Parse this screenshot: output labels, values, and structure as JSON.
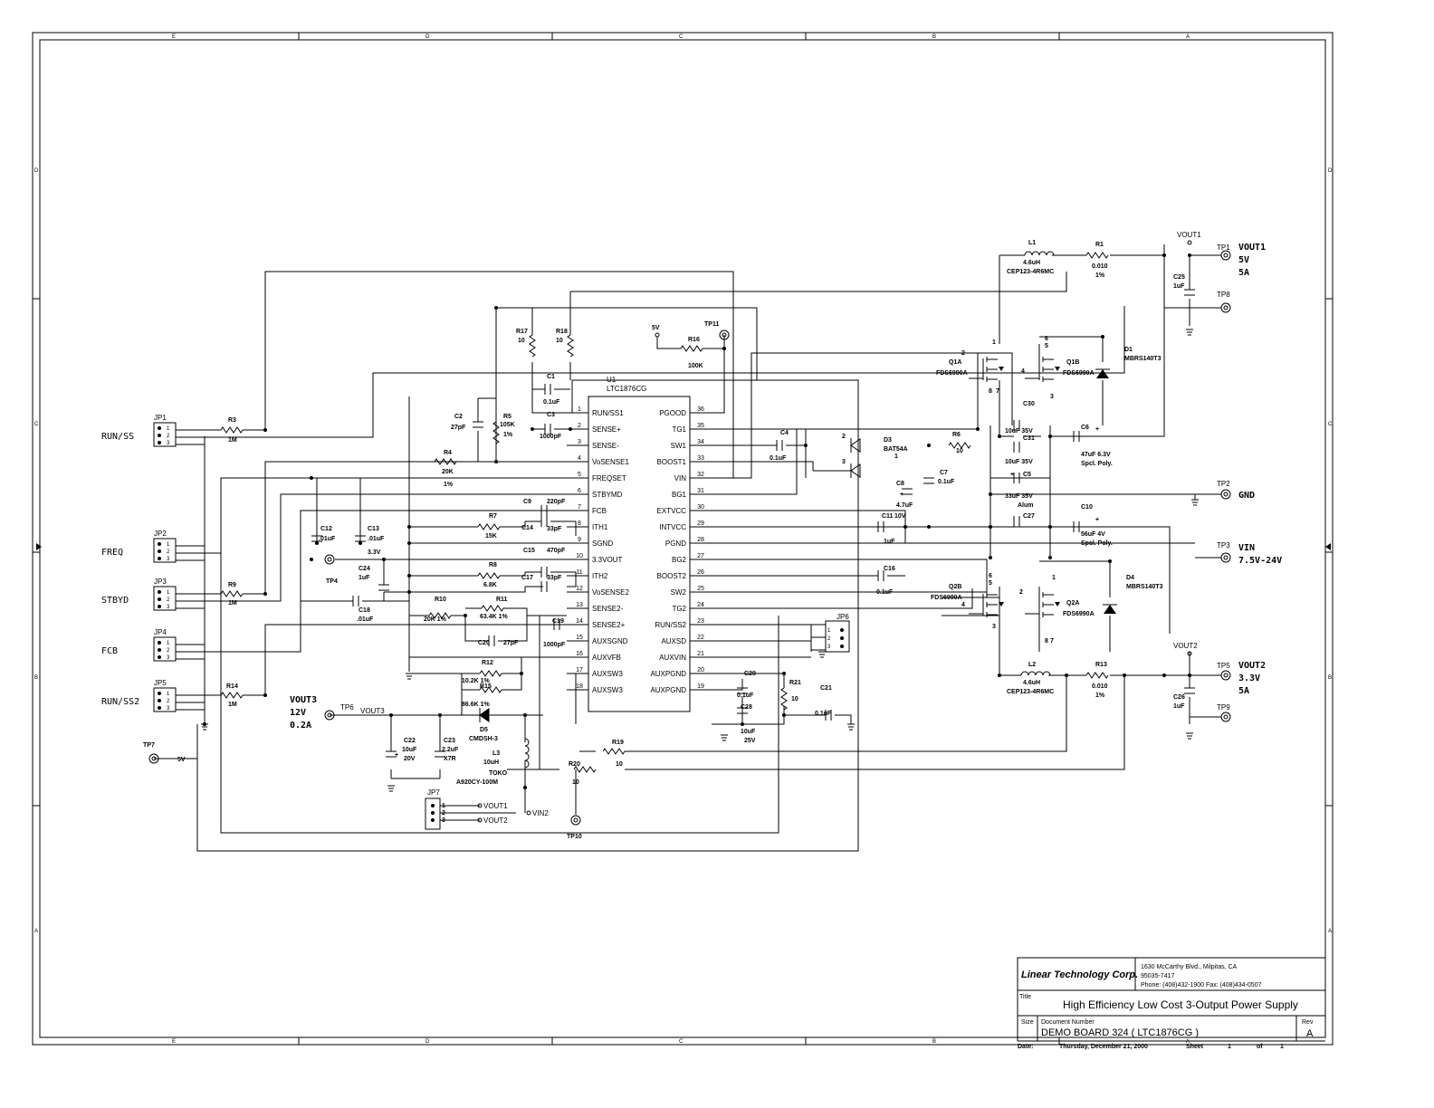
{
  "border": {
    "cols": [
      "E",
      "D",
      "C",
      "B",
      "A"
    ],
    "rows": [
      "D",
      "C",
      "B",
      "A"
    ]
  },
  "title_block": {
    "company": "Linear Technology Corp.",
    "address1": "1630 McCarthy Blvd., Milpitas, CA",
    "address2": "95035-7417",
    "phone": "Phone: (408)432-1900 Fax: (408)434-0507",
    "title_label": "Title",
    "title": "High Efficiency Low Cost  3-Output Power Supply",
    "size_label": "Size",
    "docnum_label": "Document Number",
    "docnum": "DEMO BOARD 324 ( LTC1876CG )",
    "rev_label": "Rev",
    "rev": "A",
    "date_label": "Date:",
    "date": "Thursday, December 21, 2000",
    "sheet_label": "Sheet",
    "sheet": "1",
    "of_label": "of",
    "of": "1"
  },
  "ic": {
    "ref": "U1",
    "part": "LTC1876CG",
    "left_pins": [
      {
        "num": "1",
        "name": "RUN/SS1"
      },
      {
        "num": "2",
        "name": "SENSE+"
      },
      {
        "num": "3",
        "name": "SENSE-"
      },
      {
        "num": "4",
        "name": "VoSENSE1"
      },
      {
        "num": "5",
        "name": "FREQSET"
      },
      {
        "num": "6",
        "name": "STBYMD"
      },
      {
        "num": "7",
        "name": "FCB"
      },
      {
        "num": "8",
        "name": "ITH1"
      },
      {
        "num": "9",
        "name": "SGND"
      },
      {
        "num": "10",
        "name": "3.3VOUT"
      },
      {
        "num": "11",
        "name": "ITH2"
      },
      {
        "num": "12",
        "name": "VoSENSE2"
      },
      {
        "num": "13",
        "name": "SENSE2-"
      },
      {
        "num": "14",
        "name": "SENSE2+"
      },
      {
        "num": "15",
        "name": "AUXSGND"
      },
      {
        "num": "16",
        "name": "AUXVFB"
      },
      {
        "num": "17",
        "name": "AUXSW3"
      },
      {
        "num": "18",
        "name": "AUXSW3"
      }
    ],
    "right_pins": [
      {
        "num": "36",
        "name": "PGOOD"
      },
      {
        "num": "35",
        "name": "TG1"
      },
      {
        "num": "34",
        "name": "SW1"
      },
      {
        "num": "33",
        "name": "BOOST1"
      },
      {
        "num": "32",
        "name": "VIN"
      },
      {
        "num": "31",
        "name": "BG1"
      },
      {
        "num": "30",
        "name": "EXTVCC"
      },
      {
        "num": "29",
        "name": "INTVCC"
      },
      {
        "num": "28",
        "name": "PGND"
      },
      {
        "num": "27",
        "name": "BG2"
      },
      {
        "num": "26",
        "name": "BOOST2"
      },
      {
        "num": "25",
        "name": "SW2"
      },
      {
        "num": "24",
        "name": "TG2"
      },
      {
        "num": "23",
        "name": "RUN/SS2"
      },
      {
        "num": "22",
        "name": "AUXSD"
      },
      {
        "num": "21",
        "name": "AUXVIN"
      },
      {
        "num": "20",
        "name": "AUXPGND"
      },
      {
        "num": "19",
        "name": "AUXPGND"
      }
    ]
  },
  "jumper_labels": {
    "JP1": "RUN/SS",
    "JP2": "FREQ",
    "JP3": "STBYD",
    "JP4": "FCB",
    "JP5": "RUN/SS2"
  },
  "jumpers_left": [
    "JP1",
    "JP2",
    "JP3",
    "JP4",
    "JP5"
  ],
  "jumper_pins": [
    "1",
    "2",
    "3"
  ],
  "jp6": "JP6",
  "jp7": {
    "ref": "JP7",
    "out1": "VOUT1",
    "out2": "VOUT2",
    "vin2": "VIN2"
  },
  "outputs": {
    "vout1": {
      "net": "VOUT1",
      "tp": "TP1",
      "name": "VOUT1",
      "volt": "5V",
      "amp": "5A",
      "tp_gnd": "TP8"
    },
    "gnd": {
      "tp": "TP2",
      "name": "GND"
    },
    "vin": {
      "tp": "TP3",
      "name": "VIN",
      "range": "7.5V-24V"
    },
    "vout2": {
      "net": "VOUT2",
      "tp": "TP5",
      "name": "VOUT2",
      "volt": "3.3V",
      "amp": "5A",
      "tp_gnd": "TP9"
    },
    "vout3": {
      "net": "VOUT3",
      "tp": "TP6",
      "name": "VOUT3",
      "volt": "12V",
      "amp": "0.2A"
    }
  },
  "labels": [
    {
      "id": "R3",
      "t": "R3"
    },
    {
      "id": "R3v",
      "t": "1M"
    },
    {
      "id": "R9",
      "t": "R9"
    },
    {
      "id": "R9v",
      "t": "1M"
    },
    {
      "id": "R14",
      "t": "R14"
    },
    {
      "id": "R14v",
      "t": "1M"
    },
    {
      "id": "R4",
      "t": "R4"
    },
    {
      "id": "R4v",
      "t": "20K"
    },
    {
      "id": "R4t",
      "t": "1%"
    },
    {
      "id": "R5",
      "t": "R5"
    },
    {
      "id": "R5v",
      "t": "105K"
    },
    {
      "id": "R5t",
      "t": "1%"
    },
    {
      "id": "C2",
      "t": "C2"
    },
    {
      "id": "C2v",
      "t": "27pF"
    },
    {
      "id": "R17",
      "t": "R17"
    },
    {
      "id": "R17v",
      "t": "10"
    },
    {
      "id": "R18",
      "t": "R18"
    },
    {
      "id": "R18v",
      "t": "10"
    },
    {
      "id": "C1",
      "t": "C1"
    },
    {
      "id": "C1v",
      "t": "0.1uF"
    },
    {
      "id": "C3",
      "t": "C3"
    },
    {
      "id": "C3v",
      "t": "1000pF"
    },
    {
      "id": "5V",
      "t": "5V"
    },
    {
      "id": "TP11",
      "t": "TP11"
    },
    {
      "id": "R16",
      "t": "R16"
    },
    {
      "id": "R16v",
      "t": "100K"
    },
    {
      "id": "R7",
      "t": "R7"
    },
    {
      "id": "R7v",
      "t": "15K"
    },
    {
      "id": "C9",
      "t": "C9"
    },
    {
      "id": "C9v",
      "t": "220pF"
    },
    {
      "id": "C14",
      "t": "C14"
    },
    {
      "id": "C14v",
      "t": "33pF"
    },
    {
      "id": "C12",
      "t": "C12"
    },
    {
      "id": "C12v",
      "t": ".01uF"
    },
    {
      "id": "C13",
      "t": "C13"
    },
    {
      "id": "C13v",
      "t": ".01uF"
    },
    {
      "id": "R8",
      "t": "R8"
    },
    {
      "id": "R8v",
      "t": "6.8K"
    },
    {
      "id": "C15",
      "t": "C15"
    },
    {
      "id": "C15v",
      "t": "470pF"
    },
    {
      "id": "C17",
      "t": "C17"
    },
    {
      "id": "C17v",
      "t": "33pF"
    },
    {
      "id": "TP4",
      "t": "TP4"
    },
    {
      "id": "3V3",
      "t": "3.3V"
    },
    {
      "id": "C24",
      "t": "C24"
    },
    {
      "id": "C24v",
      "t": "1uF"
    },
    {
      "id": "C18",
      "t": "C18"
    },
    {
      "id": "C18v",
      "t": ".01uF"
    },
    {
      "id": "R10",
      "t": "R10"
    },
    {
      "id": "R10v",
      "t": "20K  1%"
    },
    {
      "id": "R11",
      "t": "R11"
    },
    {
      "id": "R11v",
      "t": "63.4K  1%"
    },
    {
      "id": "C20",
      "t": "C20"
    },
    {
      "id": "C20v",
      "t": "27pF"
    },
    {
      "id": "C19",
      "t": "C19"
    },
    {
      "id": "C19v",
      "t": "1000pF"
    },
    {
      "id": "R12",
      "t": "R12"
    },
    {
      "id": "R12v",
      "t": "10.2K  1%"
    },
    {
      "id": "R15",
      "t": "R15"
    },
    {
      "id": "R15v",
      "t": "86.6K  1%"
    },
    {
      "id": "D5",
      "t": "D5"
    },
    {
      "id": "D5v",
      "t": "CMDSH-3"
    },
    {
      "id": "L3",
      "t": "L3"
    },
    {
      "id": "L3v",
      "t": "10uH"
    },
    {
      "id": "L3m",
      "t": "TOKO"
    },
    {
      "id": "L3p",
      "t": "A920CY-100M"
    },
    {
      "id": "C22",
      "t": "C22"
    },
    {
      "id": "C22v",
      "t": "10uF"
    },
    {
      "id": "C22r",
      "t": "20V"
    },
    {
      "id": "C23",
      "t": "C23"
    },
    {
      "id": "C23v",
      "t": "2.2uF"
    },
    {
      "id": "C23r",
      "t": "X7R"
    },
    {
      "id": "R20",
      "t": "R20"
    },
    {
      "id": "R20v",
      "t": "10"
    },
    {
      "id": "R19",
      "t": "R19"
    },
    {
      "id": "R19v",
      "t": "10"
    },
    {
      "id": "TP7",
      "t": "TP7"
    },
    {
      "id": "TP7v",
      "t": "5V"
    },
    {
      "id": "TP10",
      "t": "TP10"
    },
    {
      "id": "C29",
      "t": "C29"
    },
    {
      "id": "C29v",
      "t": "0.1uF"
    },
    {
      "id": "C28",
      "t": "C28"
    },
    {
      "id": "C28v",
      "t": "10uF"
    },
    {
      "id": "C28r",
      "t": "25V"
    },
    {
      "id": "R21",
      "t": "R21"
    },
    {
      "id": "R21v",
      "t": "10"
    },
    {
      "id": "C21",
      "t": "C21"
    },
    {
      "id": "C21v",
      "t": "0.1uF"
    },
    {
      "id": "C4",
      "t": "C4"
    },
    {
      "id": "C4v",
      "t": "0.1uF"
    },
    {
      "id": "D3",
      "t": "D3"
    },
    {
      "id": "D3v",
      "t": "BAT54A"
    },
    {
      "id": "C8",
      "t": "C8"
    },
    {
      "id": "C8v",
      "t": "4.7uF"
    },
    {
      "id": "C7",
      "t": "C7"
    },
    {
      "id": "C7v",
      "t": "0.1uF"
    },
    {
      "id": "C11",
      "t": "C11"
    },
    {
      "id": "C11v",
      "t": "10V"
    },
    {
      "id": "C11u",
      "t": "1uF"
    },
    {
      "id": "R6",
      "t": "R6"
    },
    {
      "id": "R6v",
      "t": "10"
    },
    {
      "id": "C16",
      "t": "C16"
    },
    {
      "id": "C16v",
      "t": "0.1uF"
    },
    {
      "id": "L1",
      "t": "L1"
    },
    {
      "id": "L1v",
      "t": "4.6uH"
    },
    {
      "id": "L1p",
      "t": "CEP123-4R6MC"
    },
    {
      "id": "R1",
      "t": "R1"
    },
    {
      "id": "R1v",
      "t": "0.010"
    },
    {
      "id": "R1t",
      "t": "1%"
    },
    {
      "id": "C25",
      "t": "C25"
    },
    {
      "id": "C25v",
      "t": "1uF"
    },
    {
      "id": "Q1A",
      "t": "Q1A"
    },
    {
      "id": "Q1Av",
      "t": "FDS6990A"
    },
    {
      "id": "Q1B",
      "t": "Q1B"
    },
    {
      "id": "Q1Bv",
      "t": "FDS6990A"
    },
    {
      "id": "D1",
      "t": "D1"
    },
    {
      "id": "D1v",
      "t": "MBRS140T3"
    },
    {
      "id": "C30",
      "t": "C30"
    },
    {
      "id": "C30v",
      "t": "10uF  35V"
    },
    {
      "id": "C31",
      "t": "C31"
    },
    {
      "id": "C31v",
      "t": "10uF  35V"
    },
    {
      "id": "C5",
      "t": "C5"
    },
    {
      "id": "C5v",
      "t": "33uF  35V"
    },
    {
      "id": "C5r",
      "t": "Alum"
    },
    {
      "id": "C27",
      "t": "C27"
    },
    {
      "id": "C6",
      "t": "C6"
    },
    {
      "id": "C6v",
      "t": "47uF  6.3V"
    },
    {
      "id": "C6r",
      "t": "Spcl. Poly."
    },
    {
      "id": "C10",
      "t": "C10"
    },
    {
      "id": "C10v",
      "t": "56uF  4V"
    },
    {
      "id": "C10r",
      "t": "Spcl. Poly."
    },
    {
      "id": "Q2B",
      "t": "Q2B"
    },
    {
      "id": "Q2Bv",
      "t": "FDS6990A"
    },
    {
      "id": "Q2A",
      "t": "Q2A"
    },
    {
      "id": "Q2Av",
      "t": "FDS6990A"
    },
    {
      "id": "D4",
      "t": "D4"
    },
    {
      "id": "D4v",
      "t": "MBRS140T3"
    },
    {
      "id": "L2",
      "t": "L2"
    },
    {
      "id": "L2v",
      "t": "4.6uH"
    },
    {
      "id": "L2p",
      "t": "CEP123-4R6MC"
    },
    {
      "id": "R13",
      "t": "R13"
    },
    {
      "id": "R13v",
      "t": "0.010"
    },
    {
      "id": "R13t",
      "t": "1%"
    },
    {
      "id": "C26",
      "t": "C26"
    },
    {
      "id": "C26v",
      "t": "1uF"
    },
    {
      "id": "q1a2",
      "t": "2"
    },
    {
      "id": "q1a1",
      "t": "1"
    },
    {
      "id": "q1a8",
      "t": "8"
    },
    {
      "id": "q1a7",
      "t": "7"
    },
    {
      "id": "q1b6",
      "t": "6"
    },
    {
      "id": "q1b5",
      "t": "5"
    },
    {
      "id": "q1b4",
      "t": "4"
    },
    {
      "id": "q1b3",
      "t": "3"
    },
    {
      "id": "q2b6",
      "t": "6"
    },
    {
      "id": "q2b5",
      "t": "5"
    },
    {
      "id": "q2b4",
      "t": "4"
    },
    {
      "id": "q2b3",
      "t": "3"
    },
    {
      "id": "q2a2",
      "t": "2"
    },
    {
      "id": "q2a1",
      "t": "1"
    },
    {
      "id": "q2a8",
      "t": "8"
    },
    {
      "id": "q2a7",
      "t": "7"
    },
    {
      "id": "d3a",
      "t": "2"
    },
    {
      "id": "d3b",
      "t": "3"
    },
    {
      "id": "d3c",
      "t": "1"
    },
    {
      "id": "jp6_1",
      "t": "1"
    },
    {
      "id": "jp6_2",
      "t": "2"
    },
    {
      "id": "jp6_3",
      "t": "3"
    },
    {
      "id": "jp7_1",
      "t": "1"
    },
    {
      "id": "jp7_2",
      "t": "2"
    },
    {
      "id": "jp7_3",
      "t": "3"
    },
    {
      "id": "C6p",
      "t": "+"
    },
    {
      "id": "C10p",
      "t": "+"
    },
    {
      "id": "C5p",
      "t": "+"
    },
    {
      "id": "C8p",
      "t": "+"
    },
    {
      "id": "C22p",
      "t": "+"
    }
  ]
}
